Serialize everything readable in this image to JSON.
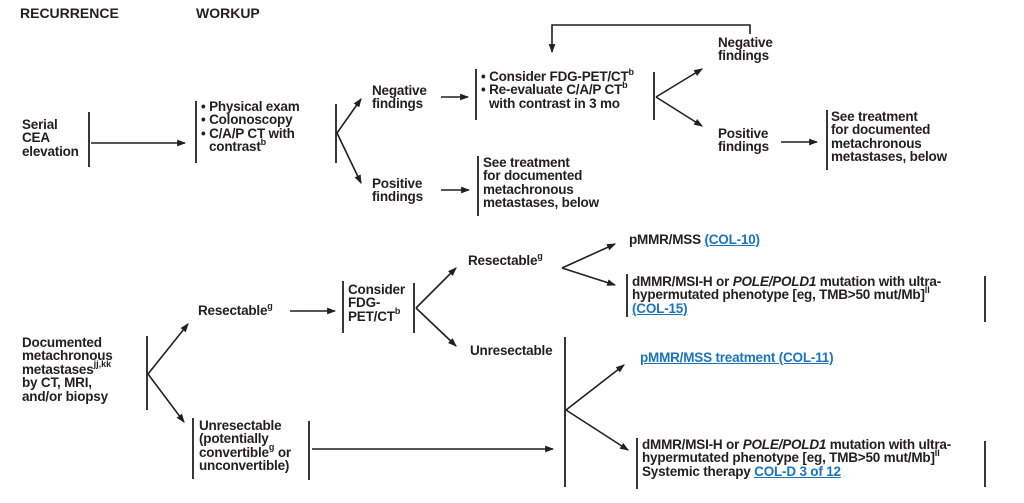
{
  "palette": {
    "text": "#231f20",
    "link": "#1b75bc",
    "line": "#231f20",
    "background": "#ffffff"
  },
  "headers": {
    "recurrence": "RECURRENCE",
    "workup": "WORKUP"
  },
  "nodes": {
    "serial_cea": [
      "Serial",
      "CEA",
      "elevation"
    ],
    "workup_box": {
      "l1": "• Physical exam",
      "l2": "• Colonoscopy",
      "l3": "• C/A/P CT with",
      "l4": "contrast",
      "l4_sup": "b"
    },
    "negative_findings": [
      "Negative",
      "findings"
    ],
    "positive_findings": [
      "Positive",
      "findings"
    ],
    "consider_box": {
      "l1": "• Consider FDG-PET/CT",
      "l1_sup": "b",
      "l2": "• Re-evaluate C/A/P CT",
      "l2_sup": "b",
      "l3": "with contrast in 3 mo"
    },
    "see_treatment": [
      "See treatment",
      "for documented",
      "metachronous",
      "metastases, below"
    ],
    "documented": {
      "l1": "Documented",
      "l2": "metachronous",
      "l3": "metastases",
      "l3_sup": "jj,kk",
      "l4": "by CT, MRI,",
      "l5": "and/or biopsy"
    },
    "resectable": {
      "text": "Resectable",
      "sup": "g"
    },
    "consider_fdg": {
      "l1": "Consider",
      "l2": "FDG-",
      "l3": "PET/CT",
      "l3_sup": "b"
    },
    "pmmr_mss": {
      "text": "pMMR/MSS ",
      "link": "(COL-10)"
    },
    "dmmr_col15": {
      "l1_pre": "dMMR/MSI-H or ",
      "l1_gene": "POLE/POLD1",
      "l1_post": " mutation with ultra-",
      "l2": "hypermutated phenotype [eg, TMB>50 mut/Mb]",
      "l2_sup": "ll",
      "link": "(COL-15)"
    },
    "unresectable": "Unresectable",
    "pmmr_treatment": {
      "link": "pMMR/MSS treatment (COL-11)"
    },
    "unresectable_box": {
      "l1": "Unresectable",
      "l2": "(potentially",
      "l3": "convertible",
      "l3_sup": "g",
      "l3_post": " or",
      "l4": "unconvertible)"
    },
    "dmmr_systemic": {
      "l1_pre": "dMMR/MSI-H or ",
      "l1_gene": "POLE/POLD1",
      "l1_post": " mutation with ultra-",
      "l2": "hypermutated phenotype [eg, TMB>50 mut/Mb]",
      "l2_sup": "ll",
      "l3_pre": "Systemic therapy ",
      "link": "COL-D 3 of 12"
    }
  }
}
